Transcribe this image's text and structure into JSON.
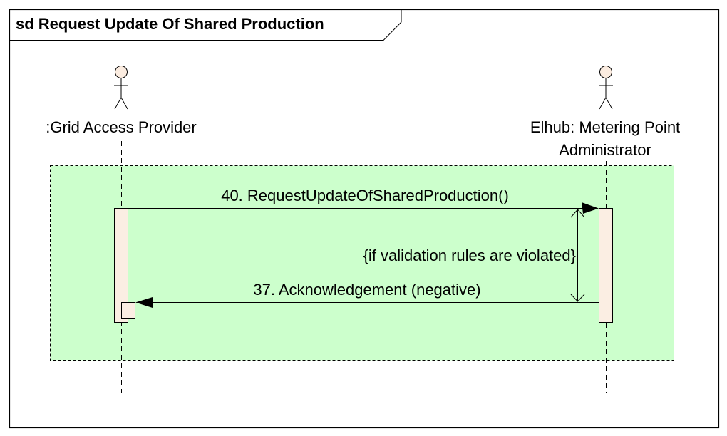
{
  "frame": {
    "title": "sd Request Update Of Shared Production"
  },
  "colors": {
    "fragment_fill": "#ccffcc",
    "actor_fill": "#fbece0",
    "activation_fill": "#fbeee3",
    "line": "#000000"
  },
  "lifelines": [
    {
      "id": "grid-access-provider",
      "label_lines": [
        ":Grid Access Provider"
      ]
    },
    {
      "id": "elhub-mpa",
      "label_lines": [
        "Elhub: Metering Point",
        "Administrator"
      ]
    }
  ],
  "messages": [
    {
      "label": "40. RequestUpdateOfSharedProduction()",
      "from": "grid-access-provider",
      "to": "elhub-mpa"
    },
    {
      "label": "37. Acknowledgement (negative)",
      "from": "elhub-mpa",
      "to": "grid-access-provider"
    }
  ],
  "constraint": {
    "label": "{if validation rules are violated}"
  }
}
